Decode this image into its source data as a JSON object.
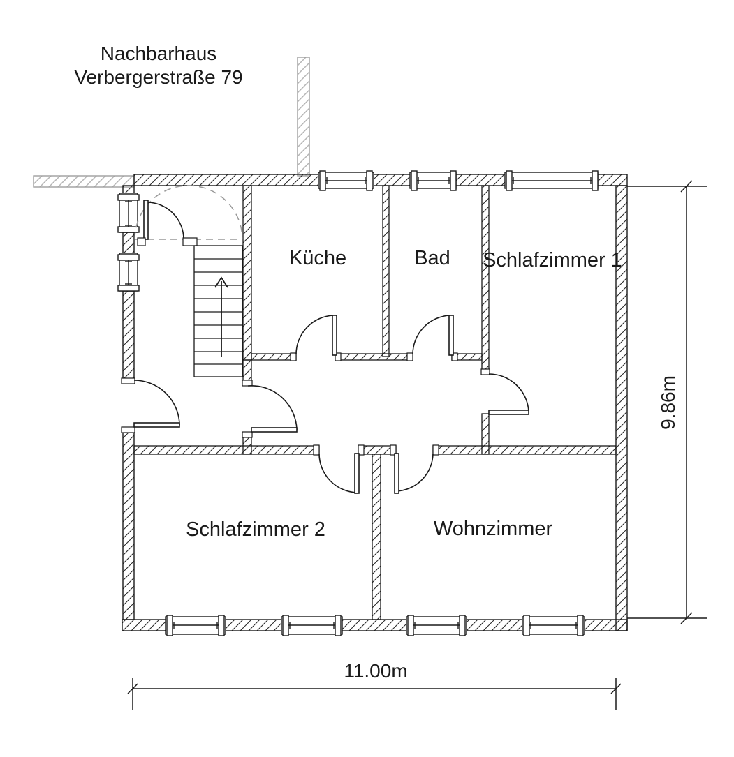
{
  "plan_title": "floor-plan",
  "neighbor": {
    "line1": "Nachbarhaus",
    "line2": "Verbergerstraße 79"
  },
  "rooms": {
    "kueche": "Küche",
    "bad": "Bad",
    "schlafzimmer1": "Schlafzimmer 1",
    "schlafzimmer2": "Schlafzimmer 2",
    "wohnzimmer": "Wohnzimmer"
  },
  "dimensions": {
    "total_width": "11.00m",
    "total_height": "9.86m"
  },
  "stairs": {
    "direction": "up"
  },
  "colors": {
    "wall_outline": "#1a1a1a",
    "wall_hatch": "#2a2a2a",
    "neighbor_wall_hatch": "#b5b5b5",
    "neighbor_wall_outline": "#9e9e9e",
    "dashed_arch": "#999999",
    "background": "#ffffff"
  }
}
